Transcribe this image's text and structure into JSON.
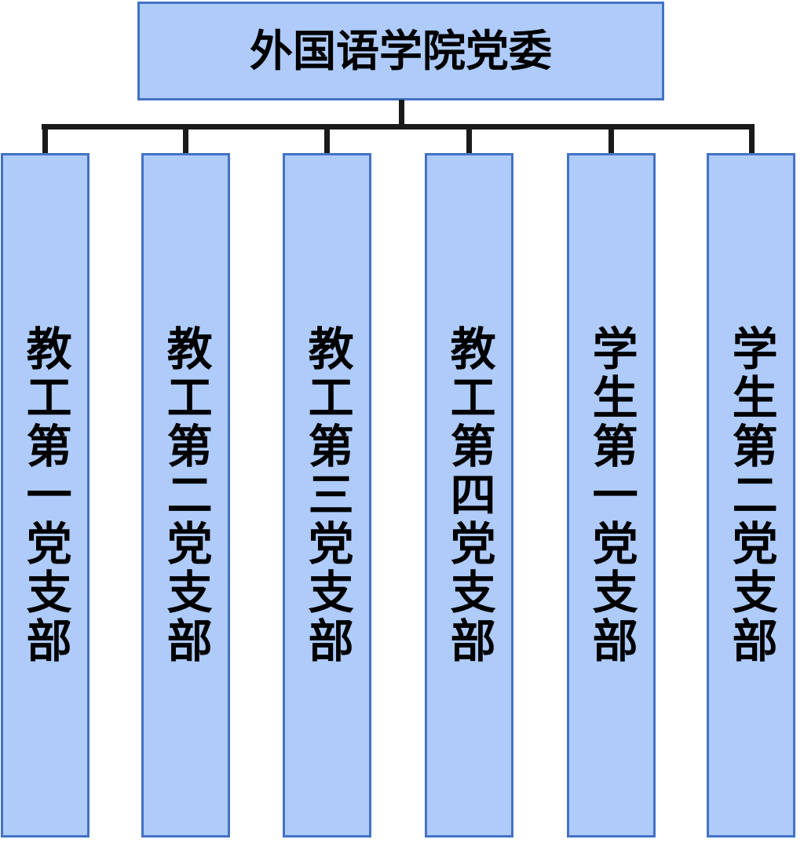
{
  "chart_data": {
    "type": "diagram",
    "subtype": "organization-chart",
    "title": "外国语学院党委",
    "orientation": "top-down",
    "levels": 2,
    "root": {
      "label": "外国语学院党委",
      "text_direction": "horizontal"
    },
    "children": [
      {
        "label": "教工第一党支部",
        "text_direction": "vertical",
        "group": "教工"
      },
      {
        "label": "教工第二党支部",
        "text_direction": "vertical",
        "group": "教工"
      },
      {
        "label": "教工第三党支部",
        "text_direction": "vertical",
        "group": "教工"
      },
      {
        "label": "教工第四党支部",
        "text_direction": "vertical",
        "group": "教工"
      },
      {
        "label": "学生第一党支部",
        "text_direction": "vertical",
        "group": "学生"
      },
      {
        "label": "学生第二党支部",
        "text_direction": "vertical",
        "group": "学生"
      }
    ],
    "child_count": 6,
    "colors": {
      "node_fill": "#aecbfa",
      "node_border": "#4472c4",
      "connector": "#1a1a1a",
      "text": "#000000",
      "background": "#ffffff"
    }
  },
  "diagram": {
    "root": {
      "label": "外国语学院党委"
    },
    "nodes": [
      {
        "label": "教工第一党支部"
      },
      {
        "label": "教工第二党支部"
      },
      {
        "label": "教工第三党支部"
      },
      {
        "label": "教工第四党支部"
      },
      {
        "label": "学生第一党支部"
      },
      {
        "label": "学生第二党支部"
      }
    ]
  }
}
